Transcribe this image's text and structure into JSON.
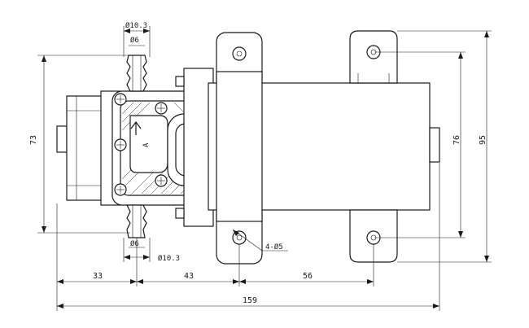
{
  "dimensions": {
    "tube_outer_top": "Ø10.3",
    "tube_inner_top": "Ø6",
    "tube_inner_bottom": "Ø6",
    "tube_outer_bottom": "Ø10.3",
    "height_left": "73",
    "height_mid": "76",
    "height_total": "95",
    "hole_callout": "4-Ø5",
    "len_a": "33",
    "len_b": "43",
    "len_c": "56",
    "len_total": "159"
  },
  "labels": {
    "arrow_letter": "A"
  }
}
